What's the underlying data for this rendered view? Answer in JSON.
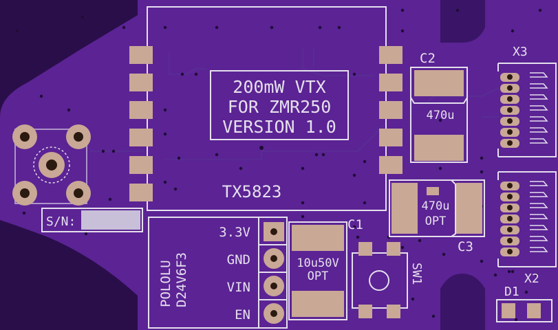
{
  "colors": {
    "board": "#5b2394",
    "board_dark": "#4a1a7f",
    "background": "#2a0e4a",
    "silkscreen": "#e6e0ee",
    "pad": "#c9a896"
  },
  "module": {
    "title_lines": [
      "200mW VTX",
      "FOR ZMR250",
      "VERSION 1.0"
    ],
    "part": "TX5823"
  },
  "serial": {
    "label": "S/N:"
  },
  "regulator": {
    "name_lines": [
      "POLOLU",
      "D24V6F3"
    ],
    "pins": [
      "3.3V",
      "GND",
      "VIN",
      "EN"
    ]
  },
  "components": {
    "c1": {
      "ref": "C1",
      "value_lines": [
        "10u50V",
        "OPT"
      ]
    },
    "c2": {
      "ref": "C2",
      "value": "470u"
    },
    "c3": {
      "ref": "C3",
      "value_lines": [
        "470u",
        "OPT"
      ]
    },
    "sw1": {
      "ref": "SW1"
    },
    "d1": {
      "ref": "D1"
    },
    "x2": {
      "ref": "X2"
    },
    "x3": {
      "ref": "X3"
    }
  }
}
